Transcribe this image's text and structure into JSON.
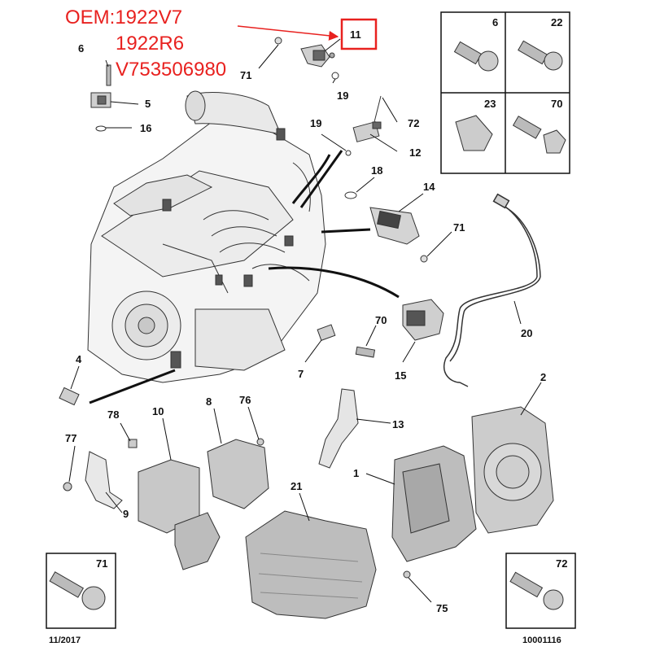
{
  "oem": {
    "label": "OEM:1922V7",
    "code2": "1922R6",
    "code3": "V753506980"
  },
  "callouts": {
    "c11": "11",
    "c71a": "71",
    "c19a": "19",
    "c6": "6",
    "c5": "5",
    "c16": "16",
    "c72": "72",
    "c19b": "19",
    "c12": "12",
    "c18": "18",
    "c14": "14",
    "c71b": "71",
    "c20": "20",
    "c70": "70",
    "c7": "7",
    "c15": "15",
    "c4": "4",
    "c2": "2",
    "c13": "13",
    "c78": "78",
    "c10": "10",
    "c8": "8",
    "c76": "76",
    "c77": "77",
    "c9": "9",
    "c21": "21",
    "c1": "1",
    "c75": "75"
  },
  "fastener_grid": {
    "tl": "6",
    "tr": "22",
    "bl": "23",
    "br": "70"
  },
  "box71": "71",
  "box72": "72",
  "footer": {
    "date": "11/2017",
    "ref": "10001116"
  },
  "colors": {
    "highlight": "#e8211f",
    "line": "#222222",
    "part": "#d4d4d4"
  }
}
